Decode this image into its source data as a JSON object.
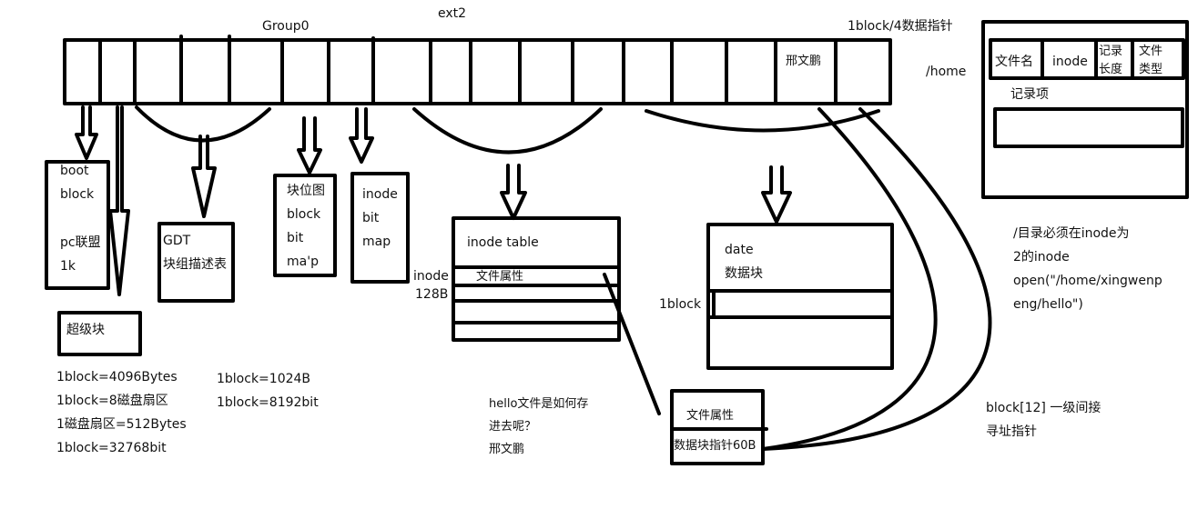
{
  "diagram": {
    "top_labels": {
      "group0": "Group0",
      "ext2": "ext2",
      "block_pointer_note": "1block/4数据指针",
      "home_path": "/home",
      "cell_name": "邢文鹏"
    },
    "boot_block": [
      "boot",
      "block",
      "pc联盟",
      "1k"
    ],
    "super_block": "超级块",
    "gdt": [
      "GDT",
      "块组描述表"
    ],
    "block_bitmap": [
      "块位图",
      "block",
      "bit",
      "ma'p"
    ],
    "inode_bitmap": [
      "inode",
      "bit",
      "map"
    ],
    "inode_table": {
      "title": "inode table",
      "row1": "文件属性",
      "inode_label": "inode",
      "inode_size": "128B"
    },
    "data_block": {
      "title": "date",
      "subtitle": "数据块",
      "row_label": "1block"
    },
    "file_record": {
      "row1": "文件属性",
      "row2": "数据块指针60B"
    },
    "dir_record": {
      "col1": "文件名",
      "col2": "inode",
      "col3": "记录长度",
      "col4": "文件类型",
      "caption": "记录项"
    },
    "notes_left": [
      "1block=4096Bytes",
      "1block=8磁盘扇区",
      "1磁盘扇区=512Bytes",
      "1block=32768bit"
    ],
    "notes_mid": [
      "1block=1024B",
      "1block=8192bit"
    ],
    "question": [
      "hello文件是如何存",
      "进去呢？",
      "邢文鹏"
    ],
    "dir_note": [
      "/目录必须在inode为",
      "2的inode",
      "open(\"/home/xingwenp",
      "eng/hello\")"
    ],
    "indirect_note": [
      "block[12] 一级间接",
      "寻址指针"
    ]
  },
  "colors": {
    "stroke": "#000000",
    "text": "#111111",
    "background": "#ffffff"
  }
}
